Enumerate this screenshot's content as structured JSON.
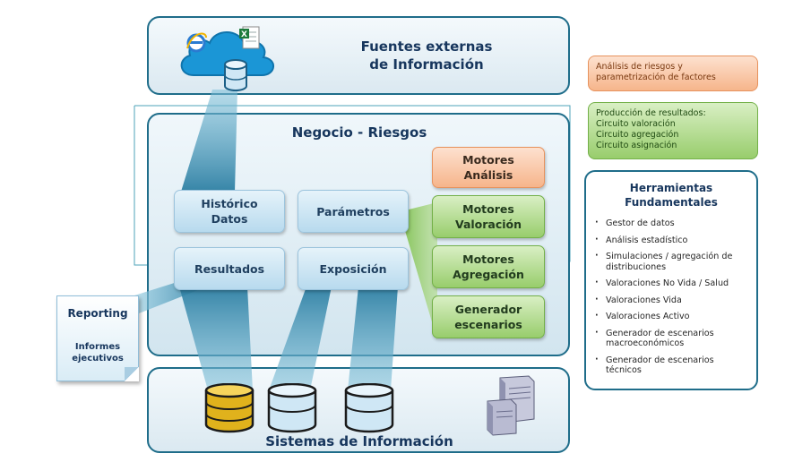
{
  "external": {
    "title_line1": "Fuentes externas",
    "title_line2": "de Información"
  },
  "business": {
    "title": "Negocio - Riesgos"
  },
  "systems": {
    "title": "Sistemas de Información"
  },
  "boxes": {
    "historico": "Histórico\nDatos",
    "parametros": "Parámetros",
    "resultados": "Resultados",
    "exposicion": "Exposición",
    "motores_analisis": "Motores\nAnálisis",
    "motores_valoracion": "Motores\nValoración",
    "motores_agregacion": "Motores\nAgregación",
    "generador": "Generador\nescenarios"
  },
  "reporting": {
    "title": "Reporting",
    "subtitle": "Informes\nejecutivos"
  },
  "legend": {
    "orange": "Análisis  de riesgos y\nparametrización de factores",
    "green": "Producción de resultados:\n    Circuito valoración\n    Circuito agregación\n    Circuito asignación"
  },
  "tools": {
    "title": "Herramientas\nFundamentales",
    "items": [
      "Gestor de datos",
      "Análisis estadístico",
      "Simulaciones / agregación de\ndistribuciones",
      "Valoraciones No Vida / Salud",
      "Valoraciones Vida",
      "Valoraciones Activo",
      "Generador de escenarios\nmacroeconómicos",
      "Generador de escenarios\ntécnicos"
    ]
  },
  "colors": {
    "panel_border": "#1f6d8a",
    "title_text": "#17365d",
    "blue_box": "#b8daee",
    "green_box": "#98cd6c",
    "orange_box": "#f6b58b",
    "orange_line": "#e8874a",
    "beam": "#3d8fb0",
    "database_gold": "#e0b21c"
  },
  "icons": [
    "cloud-icon",
    "internet-explorer-icon",
    "excel-icon",
    "database-icon",
    "server-icon"
  ]
}
